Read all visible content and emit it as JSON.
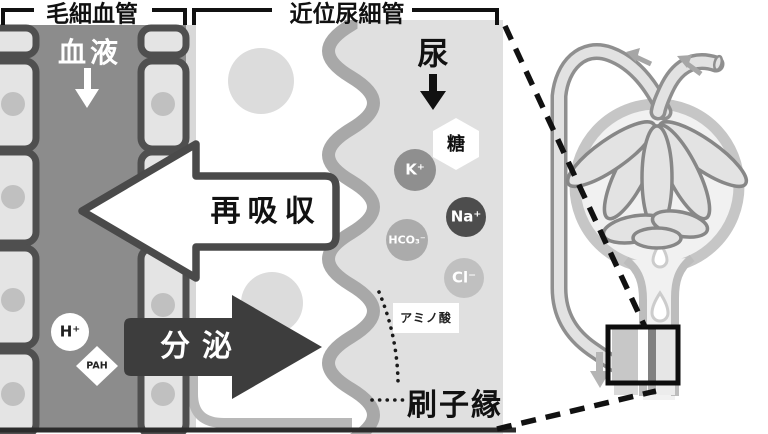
{
  "header": {
    "capillary_label": "毛細血管",
    "proximal_tubule_label": "近位尿細管"
  },
  "panel": {
    "blood_label": "血液",
    "urine_label": "尿",
    "reabsorption_label": "再吸収",
    "secretion_label": "分泌",
    "brush_border_label": "刷子縁",
    "solutes": {
      "sugar": "糖",
      "amino_acid": "アミノ酸",
      "potassium": "K⁺",
      "sodium": "Na⁺",
      "bicarbonate": "HCO₃⁻",
      "chloride": "Cl⁻",
      "proton": "H⁺",
      "pah": "PAH"
    }
  },
  "colors": {
    "blood_bg": "#8c8c8c",
    "lumen_bg": "#e0e0e0",
    "cell_fill": "#e4e4e4",
    "cell_stroke": "#4f4f4f",
    "nucleus": "#c0c0c0",
    "tubule_nucleus": "#dcdcdc",
    "brush_border_wave": "#a8a8a8",
    "reabsorption_stroke": "#4a4a4a",
    "secretion_fill": "#3d3d3d",
    "potassium": "#8f8f8f",
    "sodium": "#4d4d4d",
    "bicarbonate": "#ababab",
    "chloride": "#c0c0c0",
    "white": "#ffffff"
  }
}
